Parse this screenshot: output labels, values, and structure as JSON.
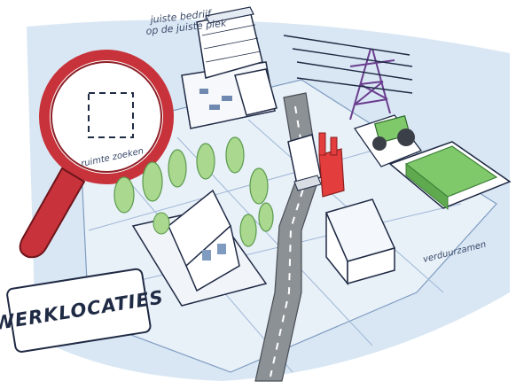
{
  "labels": {
    "top_line1": "juiste bedrijf",
    "top_line2": "op de juiste plek",
    "magnifier": "ruimte zoeken",
    "right": "verduurzamen",
    "title": "WERKLOCATIES"
  },
  "colors": {
    "background_blue": "#d9e7f4",
    "magnifier_red": "#c8323a",
    "tree_green": "#a9d88e",
    "field_green": "#7fc96b",
    "pylon_purple": "#6a3d8f",
    "road_gray": "#8c9196",
    "outline": "#1f2a44"
  },
  "icons": [
    "magnifier-icon",
    "office-building-icon",
    "house-icon",
    "factory-icon",
    "tractor-icon",
    "power-pylon-icon",
    "tree-icon",
    "truck-icon"
  ]
}
